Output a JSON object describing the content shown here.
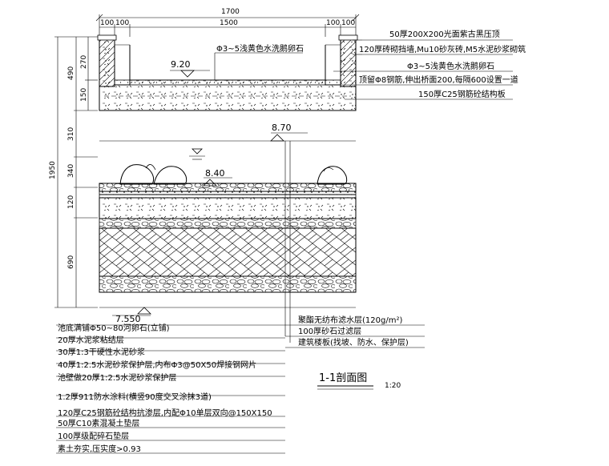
{
  "title": "1-1剖面图",
  "scale": "1:20",
  "dimensions": {
    "top_total": "1700",
    "top_left_wall": "100",
    "top_left_gap": "100",
    "top_inner": "1500",
    "top_right_gap": "100",
    "top_right_wall": "100",
    "left_total": "1950",
    "left_upper": "490",
    "left_upper_a": "270",
    "left_upper_b": "150",
    "left_mid_a": "310",
    "left_mid_b": "340",
    "left_mid_c": "120",
    "left_lower": "690"
  },
  "levels": {
    "planter_bottom": "9.20",
    "water_surface": "8.70",
    "pond_bottom": "8.40",
    "structure_bottom": "7.550"
  },
  "planter_notes": [
    "50厚200X200光面紫古黑压顶",
    "120厚砖砌挡墙,Mu10砂灰砖,M5水泥砂浆砌筑",
    "Φ3~5浅黄色水洗鹅卵石",
    "顶留Φ8钢筋,伸出桥面200,每隔600设置一道",
    "150厚C25钢筋砼结构板"
  ],
  "planter_inner_note": "Φ3~5浅黄色水洗鹅卵石",
  "right_notes": [
    "聚酯无纺布滤水层(120g/m²)",
    "100厚砂石过滤层",
    "建筑楼板(找坡、防水、保护层)"
  ],
  "pond_layers": [
    "池底满铺Φ50~80河卵石(立铺)",
    "20厚水泥浆粘结层",
    "30厚1:3干硬性水泥砂浆",
    "40厚1:2.5水泥砂浆保护层,内布Φ3@50X50焊接钢网片",
    "池壁做20厚1:2.5水泥砂浆保护层",
    "1.2厚911防水涂料(横竖90度交叉涂抹3道)",
    "120厚C25钢筋砼结构抗渗层,内配Φ10单层双向@150X150",
    "50厚C10素混凝土垫层",
    "100厚级配碎石垫层",
    "素土夯实,压实度>0.93"
  ],
  "colors": {
    "line": "#000000",
    "background": "#ffffff"
  }
}
